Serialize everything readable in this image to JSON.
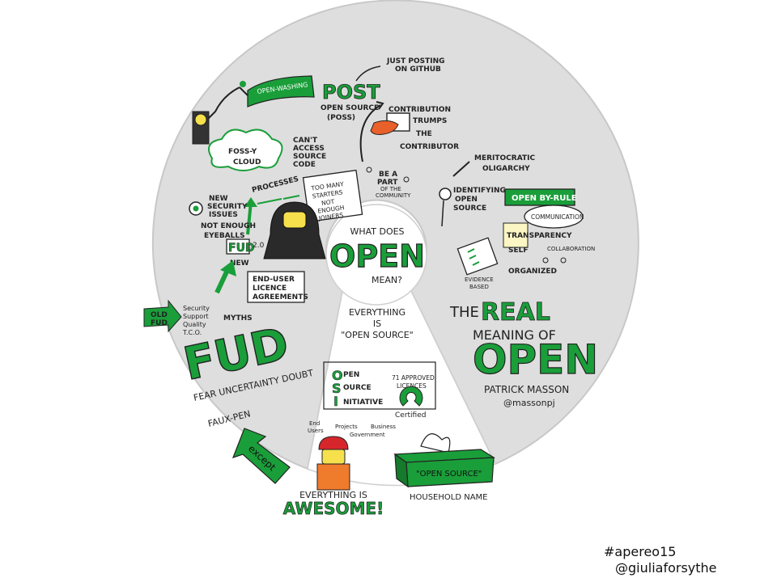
{
  "colors": {
    "background": "#ffffff",
    "wheel": "#dedede",
    "wheel_stroke": "#c8c8c8",
    "accent_green": "#1a9e3a",
    "ink": "#222222",
    "orange": "#e8602a",
    "note_yellow": "#fbf6c4"
  },
  "center": {
    "what_does": "WHAT DOES",
    "open": "OPEN",
    "mean": "MEAN?"
  },
  "top_section": {
    "just_posting": "JUST POSTING",
    "on_github": "ON GITHUB",
    "post": "POST",
    "open_source": "OPEN SOURCE",
    "poss": "(POSS)",
    "contribution": "CONTRIBUTION",
    "trumps": "TRUMPS",
    "the": "THE",
    "contributor": "CONTRIBUTOR",
    "open_washing": "OPEN-WASHING",
    "fossy_1": "FOSS-Y",
    "fossy_2": "CLOUD",
    "cant_1": "CAN'T",
    "cant_2": "ACCESS",
    "cant_3": "SOURCE",
    "cant_4": "CODE",
    "starters_1": "TOO MANY",
    "starters_2": "STARTERS",
    "starters_3": "NOT",
    "starters_4": "ENOUGH",
    "starters_5": "JOINERS",
    "part_1": "BE A",
    "part_2": "PART",
    "part_3": "OF THE",
    "part_4": "COMMUNITY",
    "processes": "PROCESSES",
    "new_sec_1": "NEW",
    "new_sec_2": "SECURITY",
    "new_sec_3": "ISSUES",
    "eyeballs_1": "NOT ENOUGH",
    "eyeballs_2": "EYEBALLS",
    "fud_small": "FUD",
    "fud_version": "2.0",
    "new": "NEW"
  },
  "right_section": {
    "meritocratic": "MERITOCRATIC",
    "oligarchy": "OLIGARCHY",
    "identifying": "IDENTIFYING",
    "open": "OPEN",
    "source": "SOURCE",
    "open_by_rule": "OPEN BY-RULE",
    "communication": "COMMUNICATION",
    "transparency": "TRANSPARENCY",
    "self": "SELF",
    "organized": "ORGANIZED",
    "collaboration": "COLLABORATION",
    "evidence": "EVIDENCE",
    "based": "BASED",
    "the": "THE",
    "real": "REAL",
    "meaning_of": "MEANING OF",
    "open_big": "OPEN",
    "speaker": "PATRICK MASSON",
    "handle": "@massonpj"
  },
  "left_section": {
    "eula_1": "END-USER",
    "eula_2": "LICENCE",
    "eula_3": "AGREEMENTS",
    "old_fud_1": "OLD",
    "old_fud_2": "FUD",
    "myth_1": "Security",
    "myth_2": "Support",
    "myth_3": "Quality",
    "myth_4": "T.C.O.",
    "myths": "MYTHS",
    "fud_big": "FUD",
    "fud_expansion": "FEAR UNCERTAINTY DOUBT",
    "fauxpen": "FAUX-PEN",
    "except": "except"
  },
  "bottom_section": {
    "everything_1": "EVERYTHING",
    "everything_2": "IS",
    "everything_3": "\"OPEN SOURCE\"",
    "osi_o": "O",
    "osi_open": "PEN",
    "osi_s": "S",
    "osi_source": "OURCE",
    "osi_i": "I",
    "osi_initiative": "NITIATIVE",
    "approved_1": "71 APPROVED",
    "approved_2": "LICENCES",
    "certified": "Certified",
    "end_users_1": "End",
    "end_users_2": "Users",
    "projects": "Projects",
    "business": "Business",
    "government": "Government",
    "tissue_label": "\"OPEN SOURCE\"",
    "household": "HOUSEHOLD NAME",
    "awesome_1": "EVERYTHING IS",
    "awesome_2": "AWESOME!"
  },
  "signature": {
    "hashtag": "#apereo15",
    "author": "@giuliaforsythe"
  }
}
